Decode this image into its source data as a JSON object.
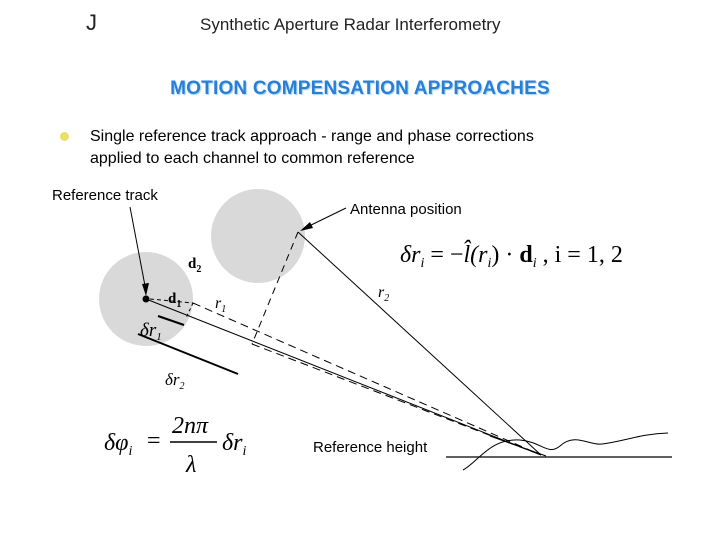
{
  "header": {
    "logo_text": "J",
    "title": "Synthetic Aperture Radar Interferometry"
  },
  "slide_title": "MOTION COMPENSATION APPROACHES",
  "bullet": {
    "line1": "Single reference track approach - range and phase corrections",
    "line2": "applied to each channel to common reference"
  },
  "diagram": {
    "labels": {
      "reference_track": "Reference track",
      "antenna_position": "Antenna position",
      "reference_height": "Reference height",
      "d1": "d",
      "d1_sub": "1",
      "d2": "d",
      "d2_sub": "2",
      "r1": "r",
      "r1_sub": "1",
      "r2": "r",
      "r2_sub": "2",
      "dr1": "δr",
      "dr1_sub": "1",
      "dr2": "δr",
      "dr2_sub": "2"
    },
    "equation_range": {
      "lhs": "δr",
      "lhs_sub": "i",
      "eq": " = −",
      "lhat": "l̂",
      "arg": "(r",
      "arg_sub": "i",
      "arg_close": ")",
      "dot": " · ",
      "d": "d",
      "d_sub": "i",
      "tail": " ,  i = 1, 2"
    },
    "equation_phase": {
      "lhs": "δφ",
      "lhs_sub": "i",
      "eq": "=",
      "numerator": "2nπ",
      "denominator": "λ",
      "rhs": "δr",
      "rhs_sub": "i"
    }
  }
}
